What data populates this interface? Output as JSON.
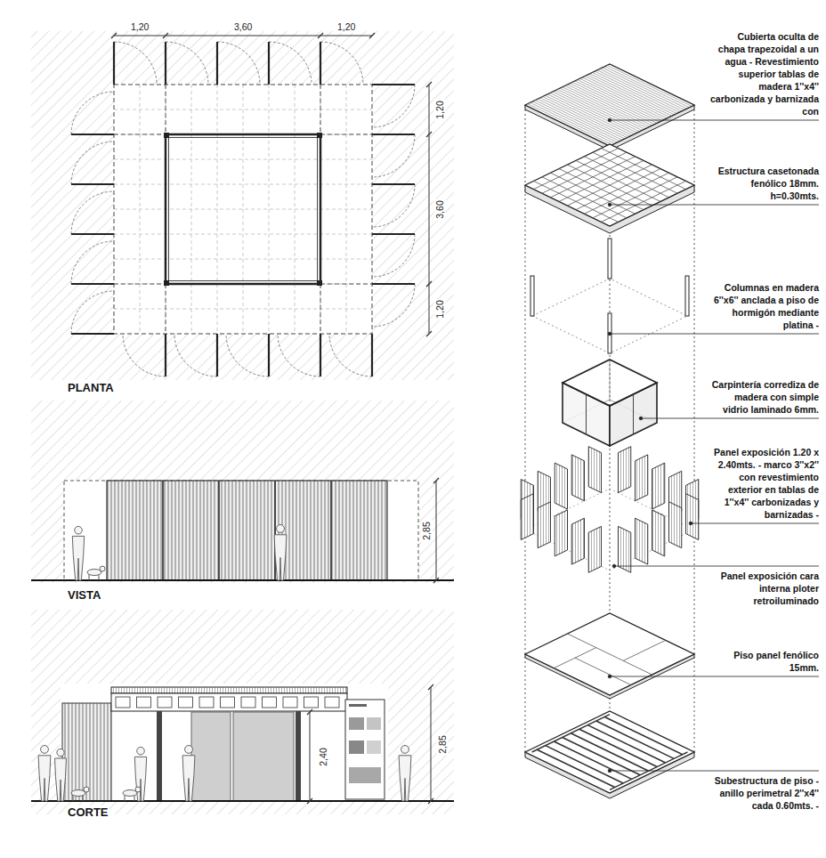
{
  "diagram": {
    "labels": [
      "1,20",
      "3,60",
      "1,20",
      "1,20",
      "3,60",
      "1,20",
      "PLANTA",
      "2,85",
      "VISTA",
      "2,40",
      "2,85",
      "CORTE",
      "Cubierta oculta de chapa trapezoidal a un agua - Revestimiento superior tablas de madera 1''x4'' carbonizada y barnizada con",
      "Estructura casetonada fenólico 18mm. h=0.30mts.",
      "Columnas en madera 6''x6'' anclada a piso de hormigón mediante platina -",
      "Carpintería corrediza de madera con simple vidrio laminado 6mm.",
      "Panel exposición 1.20 x 2.40mts. - marco 3''x2'' con revestimiento exterior en tablas de 1''x4'' carbonizadas y barnizadas -",
      "Panel exposición cara interna ploter retroiluminado",
      "Piso panel fenólico 15mm.",
      "Subestructura de piso - anillo perimetral 2''x4'' cada 0.60mts. -"
    ]
  }
}
